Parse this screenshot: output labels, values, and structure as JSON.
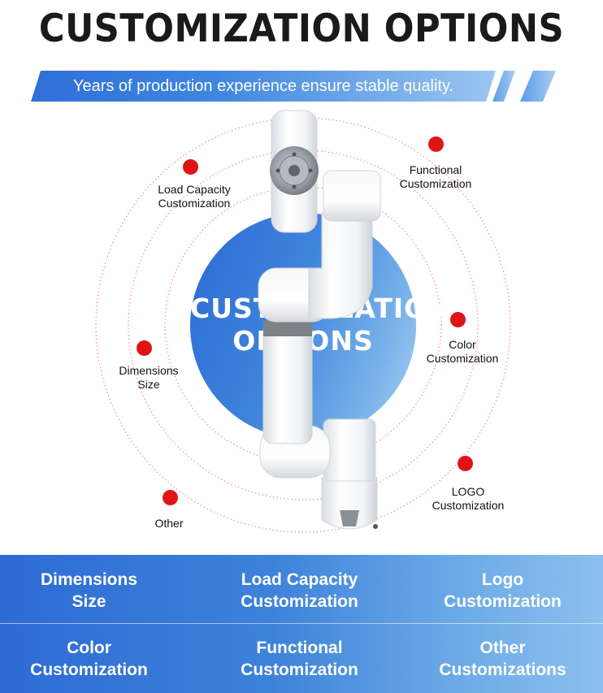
{
  "title": "CUSTOMIZATION OPTIONS",
  "subtitle": "Years of production experience ensure stable quality.",
  "center": {
    "line1": "CUSTOMIZATION",
    "line2": "OPTIONS"
  },
  "callouts": {
    "load": {
      "line1": "Load Capacity",
      "line2": "Customization"
    },
    "functional": {
      "line1": "Functional",
      "line2": "Customization"
    },
    "color": {
      "line1": "Color",
      "line2": "Customization"
    },
    "dimensions": {
      "line1": "Dimensions",
      "line2": "Size"
    },
    "logo": {
      "line1": "LOGO",
      "line2": "Customization"
    },
    "other": {
      "line1": "Other"
    }
  },
  "features": [
    {
      "line1": "Dimensions",
      "line2": "Size"
    },
    {
      "line1": "Load Capacity",
      "line2": "Customization"
    },
    {
      "line1": "Logo",
      "line2": "Customization"
    },
    {
      "line1": "Color",
      "line2": "Customization"
    },
    {
      "line1": "Functional",
      "line2": "Customization"
    },
    {
      "line1": "Other",
      "line2": "Customizations"
    }
  ],
  "colors": {
    "accent_blue": "#2f6fd9",
    "light_blue": "#9cc6f0",
    "marker_red": "#e01414",
    "title_text": "#1a1a1a"
  },
  "icons": [
    "robot-arm-image",
    "red-dot-marker"
  ]
}
